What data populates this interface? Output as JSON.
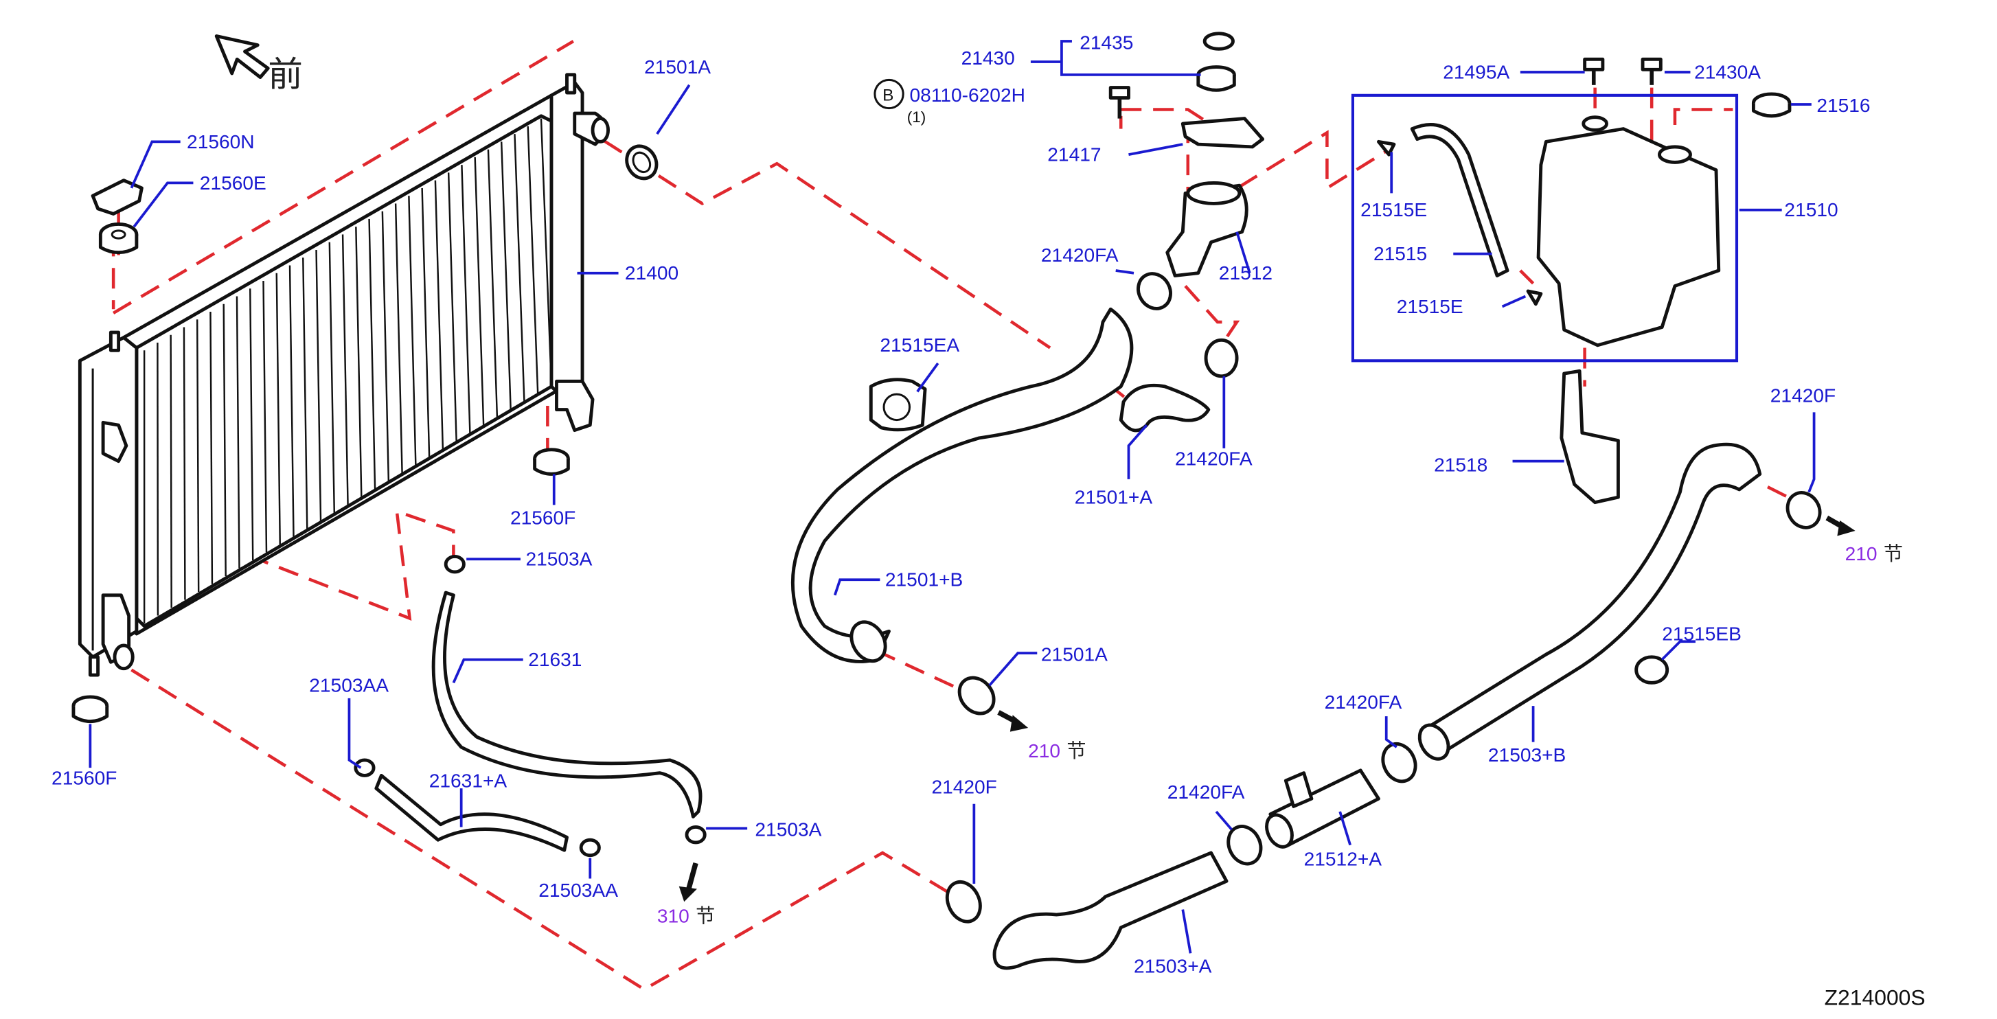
{
  "diagram": {
    "front_marker": "前",
    "part_labels": [
      "21501A",
      "21560N",
      "21560E",
      "21400",
      "21560F",
      "21560F",
      "21503A",
      "21631",
      "21503AA",
      "21631+A",
      "21503AA",
      "21503A",
      "21435",
      "21430",
      "08110-6202H",
      "(1)",
      "21417",
      "21420FA",
      "21512",
      "21515EA",
      "21501+A",
      "21420FA",
      "21501+B",
      "21501A",
      "21495A",
      "21430A",
      "21516",
      "21515E",
      "21510",
      "21515",
      "21515E",
      "21518",
      "21420F",
      "21515EB",
      "21420FA",
      "21503+B",
      "21420FA",
      "21512+A",
      "21420F",
      "21503+A"
    ],
    "circled_letter": "B",
    "section_refs": [
      {
        "num": "210",
        "suffix": "节"
      },
      {
        "num": "310",
        "suffix": "节"
      },
      {
        "num": "210",
        "suffix": "节"
      }
    ],
    "diagram_code": "Z214000S"
  },
  "colors": {
    "label": "#1a1ad0",
    "section_ref": "#8a2be2",
    "dashed_line": "#e0282e",
    "linework": "#111111"
  }
}
